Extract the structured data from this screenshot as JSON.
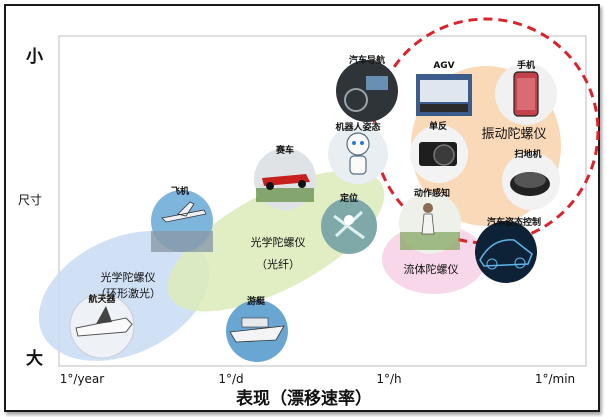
{
  "y_axis": {
    "top_label": "小",
    "middle_label": "尺寸",
    "bottom_label": "大"
  },
  "x_axis": {
    "ticks": [
      "1°/year",
      "1°/d",
      "1°/h",
      "1°/min"
    ],
    "title": "表现（漂移速率）"
  },
  "regions": {
    "ring_laser": {
      "line1": "光学陀螺仪",
      "line2": "（环形激光）"
    },
    "fiber": {
      "line1": "光学陀螺仪",
      "line2": "（光纤）"
    },
    "fluid": {
      "label": "流体陀螺仪"
    },
    "vibration": {
      "label": "振动陀螺仪"
    }
  },
  "applications": {
    "spacecraft": "航天器",
    "aircraft": "飞机",
    "racing_car": "赛车",
    "yacht": "游艇",
    "robot_pose": "机器人姿态",
    "positioning": "定位",
    "car_nav": "汽车导航",
    "agv": "AGV",
    "phone": "手机",
    "slr_camera": "单反",
    "motion_sensing": "动作感知",
    "sweeper": "扫地机",
    "car_pose_control": "汽车姿态控制"
  },
  "colors": {
    "ring_laser_region": "#c9dcf3",
    "fiber_region": "#dcebb8",
    "fluid_region": "#f6d3e7",
    "vibration_region": "#f7cfa6",
    "dashed_circle": "#d9232d"
  }
}
